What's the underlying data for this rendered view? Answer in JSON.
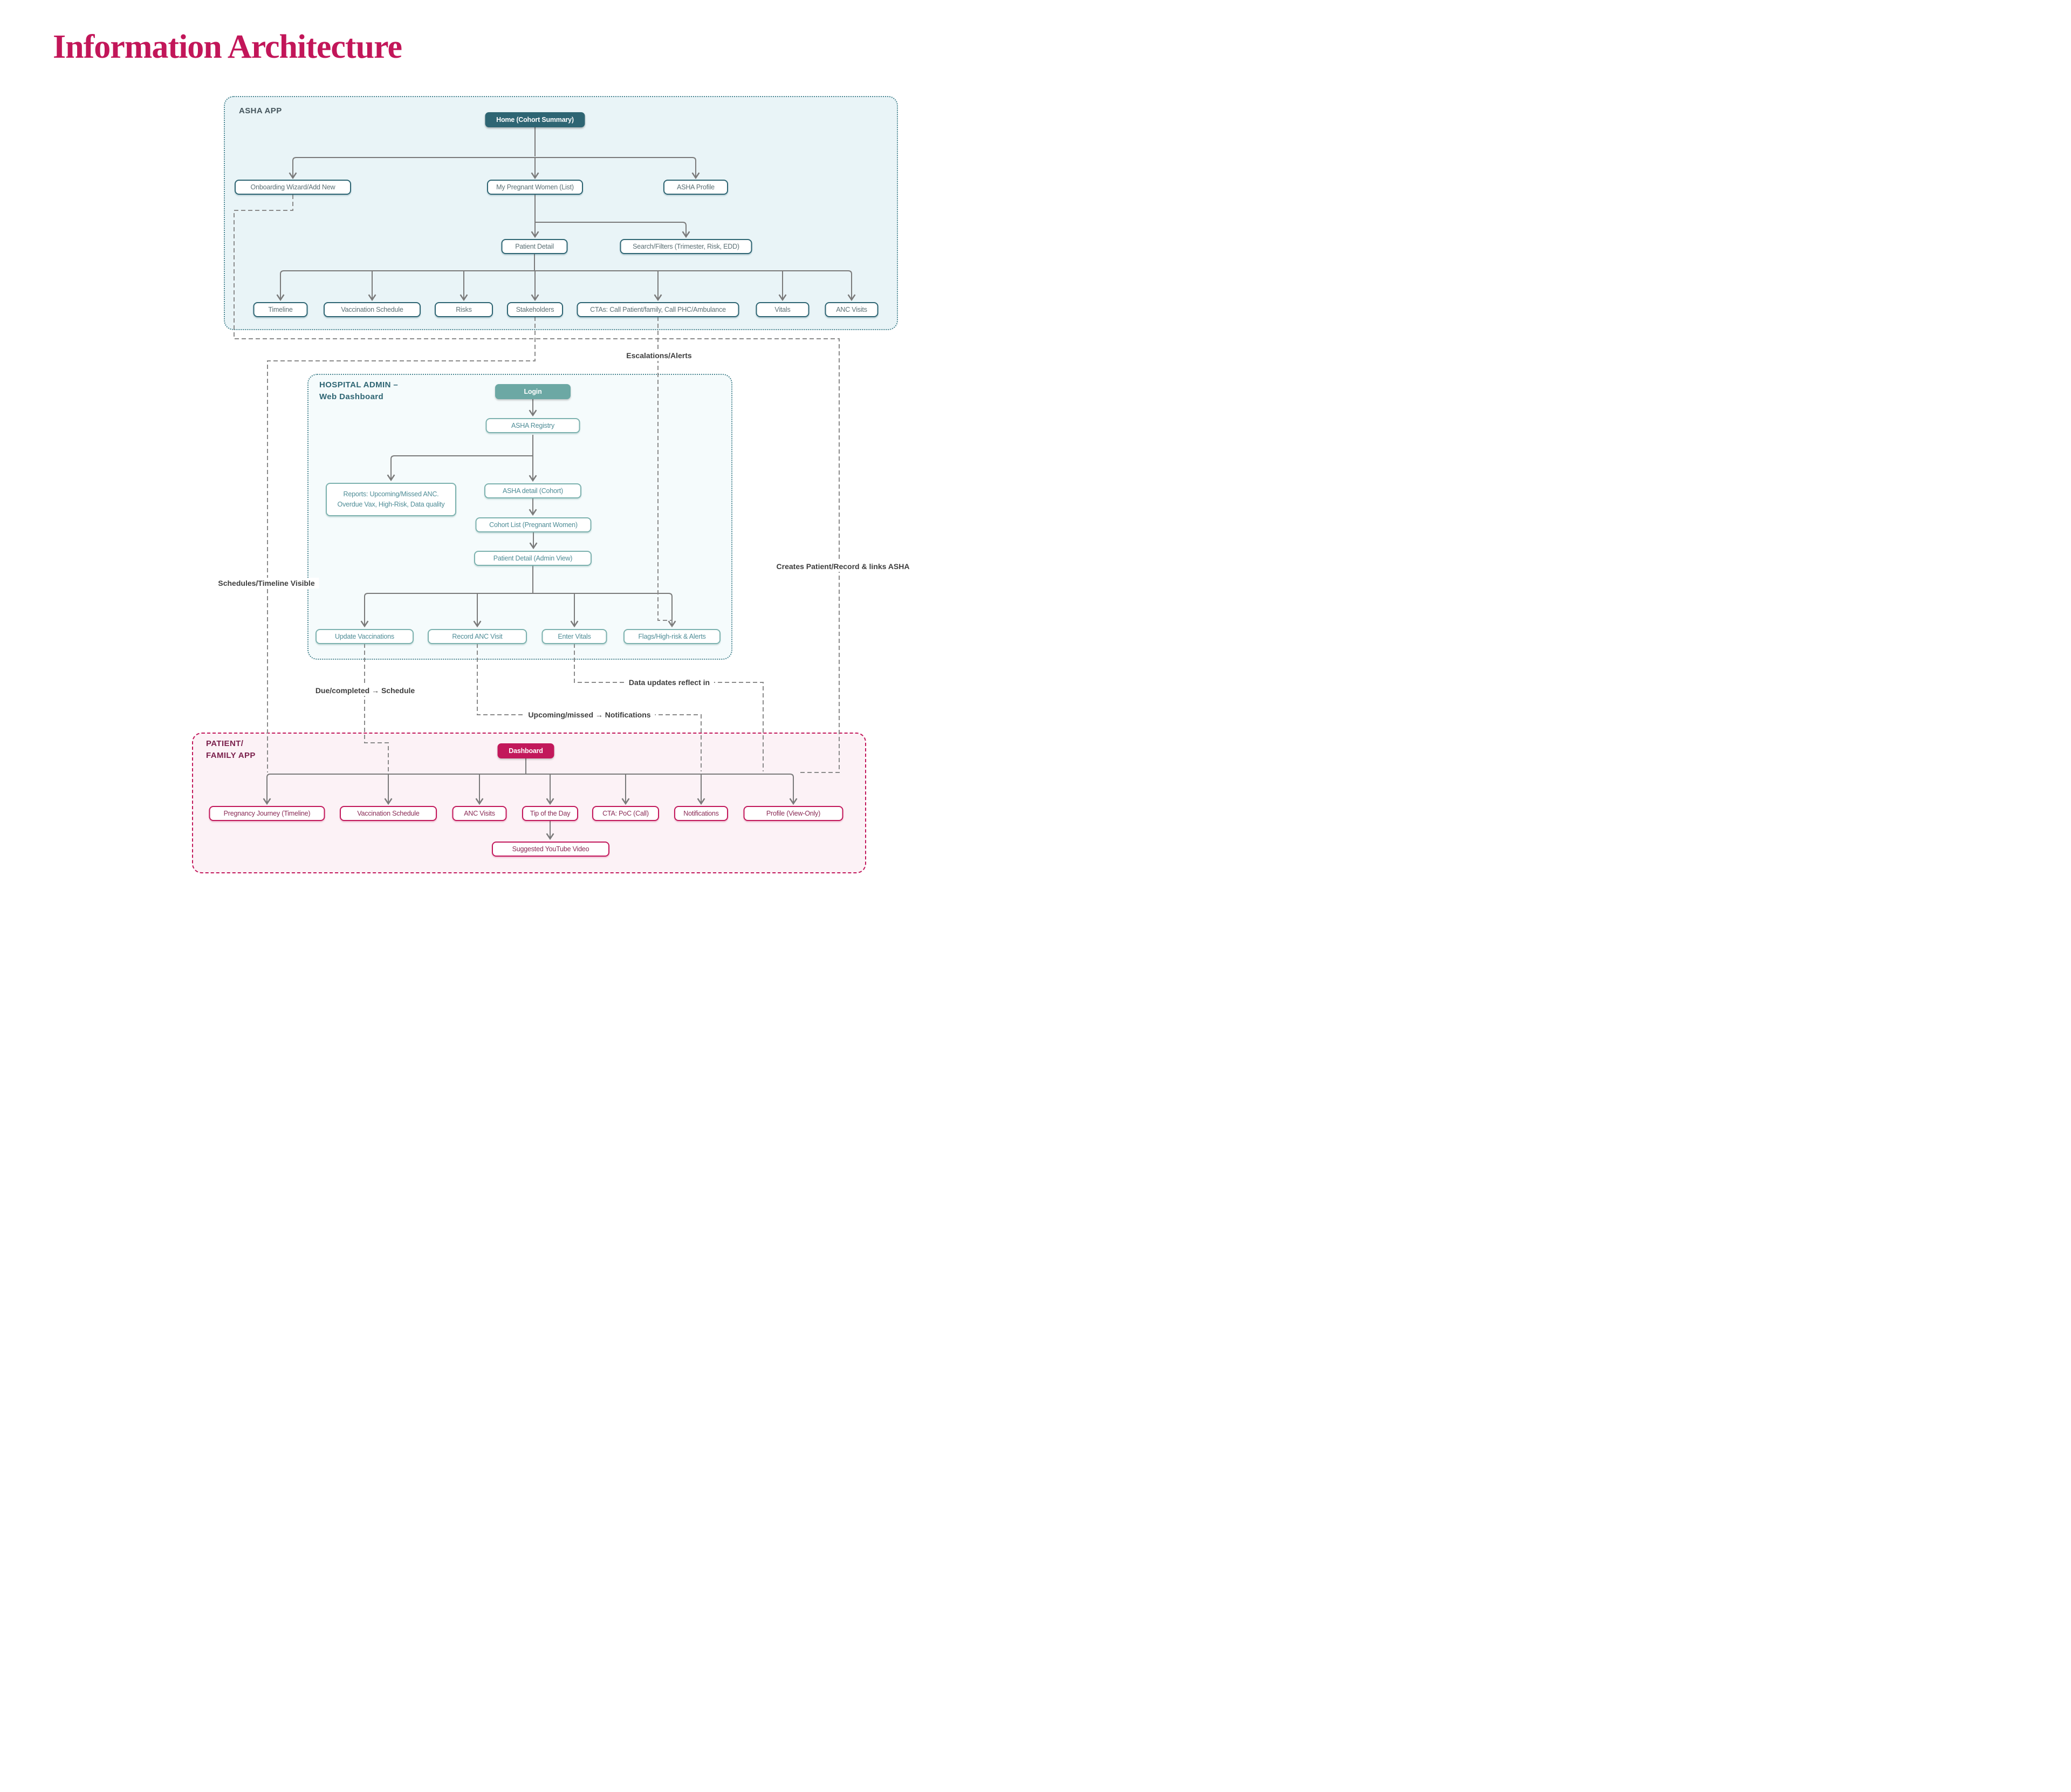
{
  "title": "Information Architecture",
  "colors": {
    "title_magenta": "#C21659",
    "accent_magenta": "#C2185B",
    "teal_dark": "#2E6573",
    "teal_login": "#6CA8A4",
    "teal_border_light": "#7DB2AF",
    "asha_section_bg": "#E9F4F7",
    "admin_section_bg": "#F5FBFC",
    "patient_section_bg": "#FCF2F6",
    "connector_gray": "#7A7A7A",
    "flow_label_gray": "#3D3D3D"
  },
  "sections": {
    "asha": {
      "label": "ASHA APP"
    },
    "admin": {
      "label_line1": "HOSPITAL ADMIN –",
      "label_line2": "Web Dashboard"
    },
    "patient": {
      "label_line1": "PATIENT/",
      "label_line2": "FAMILY APP"
    }
  },
  "nodes": {
    "home": "Home (Cohort Summary)",
    "onboarding": "Onboarding Wizard/Add New",
    "my_pregnant_women": "My Pregnant Women (List)",
    "asha_profile": "ASHA Profile",
    "patient_detail": "Patient Detail",
    "search_filters": "Search/Filters (Trimester, Risk, EDD)",
    "timeline": "Timeline",
    "vaccination_schedule": "Vaccination Schedule",
    "risks": "Risks",
    "stakeholders": "Stakeholders",
    "ctas": "CTAs: Call Patient/family, Call PHC/Ambulance",
    "vitals": "Vitals",
    "anc_visits": "ANC Visits",
    "login": "Login",
    "asha_registry": "ASHA Registry",
    "reports": "Reports: Upcoming/Missed ANC. Overdue Vax, High-Risk, Data quality",
    "asha_detail": "ASHA detail (Cohort)",
    "cohort_list": "Cohort List (Pregnant Women)",
    "patient_detail_admin": "Patient Detail (Admin View)",
    "update_vaccinations": "Update Vaccinations",
    "record_anc_visit": "Record ANC Visit",
    "enter_vitals": "Enter Vitals",
    "flags_alerts": "Flags/High-risk & Alerts",
    "dashboard": "Dashboard",
    "pregnancy_journey": "Pregnancy Journey (Timeline)",
    "vaccination_schedule_patient": "Vaccination Schedule",
    "anc_visits_patient": "ANC Visits",
    "tip_of_the_day": "Tip of the Day",
    "cta_poc": "CTA: PoC (Call)",
    "notifications": "Notifications",
    "profile_view_only": "Profile (View-Only)",
    "suggested_youtube_video": "Suggested YouTube Video"
  },
  "flow_labels": {
    "escalations": "Escalations/Alerts",
    "schedules": "Schedules/Timeline Visible",
    "creates": "Creates Patient/Record & links ASHA",
    "due_completed": "Due/completed → Schedule",
    "data_updates": "Data updates reflect in",
    "upcoming_missed": "Upcoming/missed → Notifications"
  }
}
